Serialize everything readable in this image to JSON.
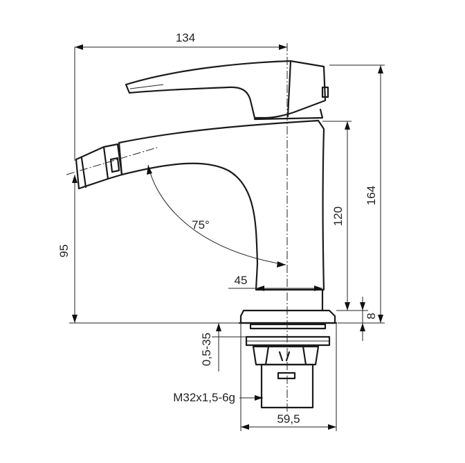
{
  "dimensions": {
    "total_width": "134",
    "total_height": "164",
    "body_height": "120",
    "spout_height": "95",
    "base_height": "8",
    "neck_width": "45",
    "base_width": "59,5",
    "mount_range": "0,5-35",
    "thread": "M32x1,5-6g",
    "spout_angle": "75°"
  }
}
